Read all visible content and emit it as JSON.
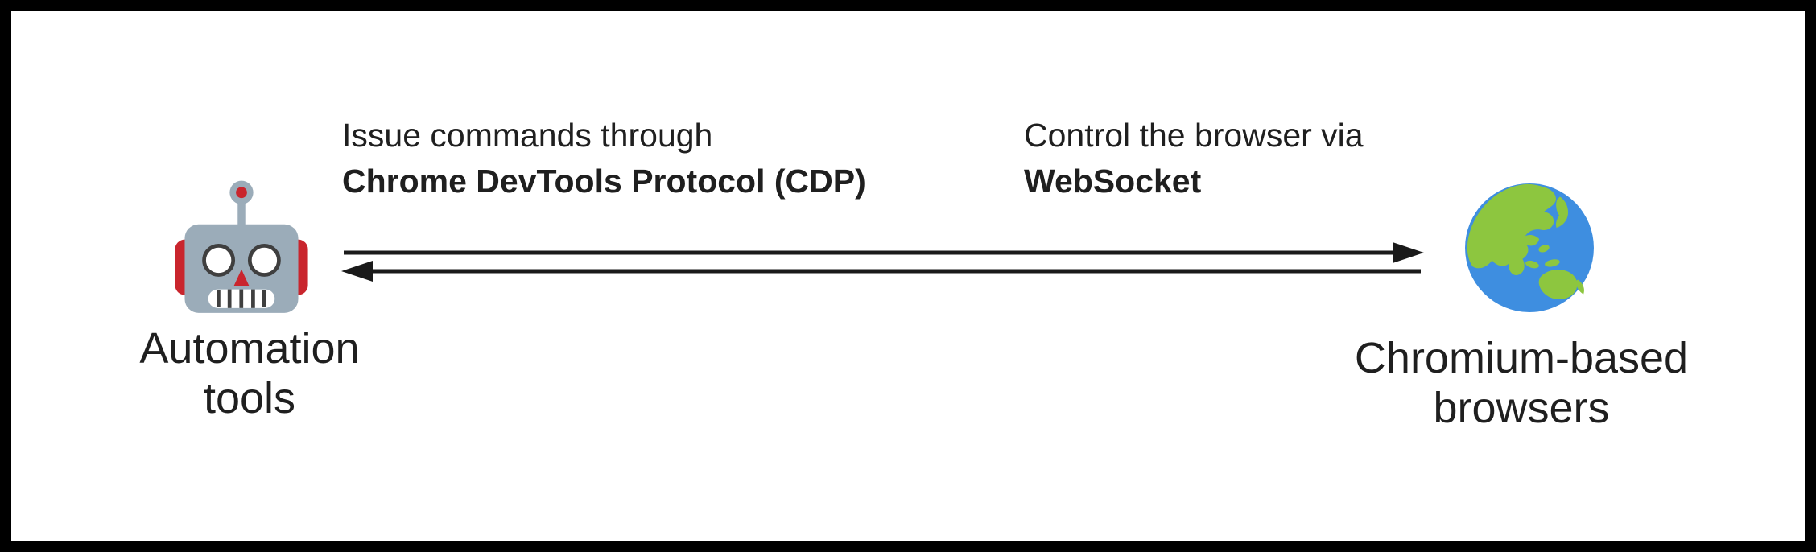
{
  "diagram": {
    "captions": {
      "left": {
        "line1": "Issue commands through",
        "line2_bold": "Chrome DevTools Protocol (CDP)"
      },
      "right": {
        "line1": "Control the browser via",
        "line2_bold": "WebSocket"
      }
    },
    "left_node": {
      "icon": "robot-icon",
      "label_line1": "Automation",
      "label_line2": "tools"
    },
    "right_node": {
      "icon": "globe-asia-australia-icon",
      "label_line1": "Chromium-based",
      "label_line2": "browsers"
    },
    "arrows": {
      "top_direction": "left-to-right",
      "bottom_direction": "right-to-left",
      "color": "#1a1a1a"
    },
    "colors": {
      "background": "#ffffff",
      "border": "#000000",
      "text": "#1f1f1f",
      "robot_body": "#9BACB9",
      "robot_accent": "#C9252D",
      "robot_detail": "#3f3f3f",
      "robot_white": "#ffffff",
      "globe_ocean": "#3E8EE0",
      "globe_land": "#8DC63F"
    }
  }
}
